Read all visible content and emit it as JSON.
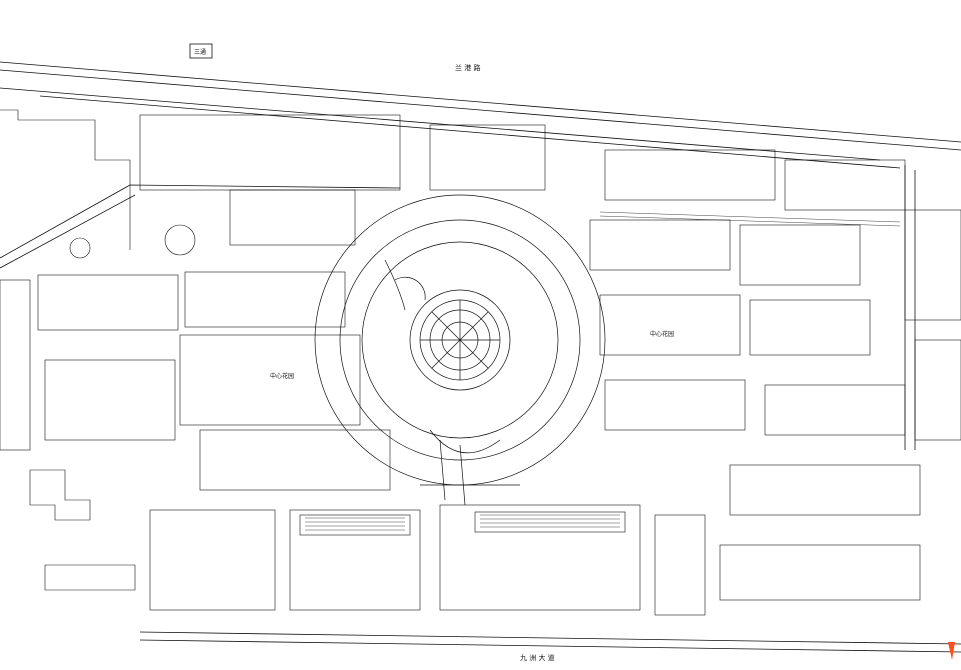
{
  "sign_text": "三通",
  "roads": {
    "north": "兰 港 路",
    "south": "九 洲 大 道"
  },
  "zones": {
    "plaza_west": "中心花园",
    "plaza_east": "中心花园"
  },
  "colors": {
    "line": "#111111",
    "accent": "#ff4d1a"
  }
}
